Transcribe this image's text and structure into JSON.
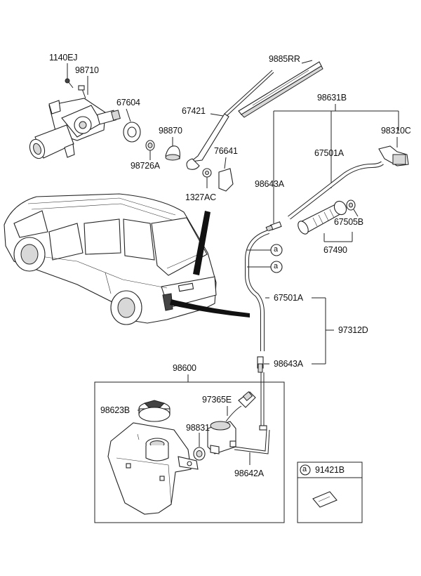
{
  "labels": {
    "p1140EJ": "1140EJ",
    "p98710": "98710",
    "p9885RR": "9885RR",
    "p67604": "67604",
    "p67421": "67421",
    "p98631B": "98631B",
    "p98870": "98870",
    "p98310C": "98310C",
    "p76641": "76641",
    "p67501A_top": "67501A",
    "p98726A": "98726A",
    "p98643A_top": "98643A",
    "p1327AC": "1327AC",
    "p67505B": "67505B",
    "p67490": "67490",
    "p67501A_mid": "67501A",
    "p97312D": "97312D",
    "p98643A_mid": "98643A",
    "p98600": "98600",
    "p97365E": "97365E",
    "p98623B": "98623B",
    "p98831": "98831",
    "p98642A": "98642A",
    "p91421B": "91421B"
  },
  "callout_letter": "a"
}
